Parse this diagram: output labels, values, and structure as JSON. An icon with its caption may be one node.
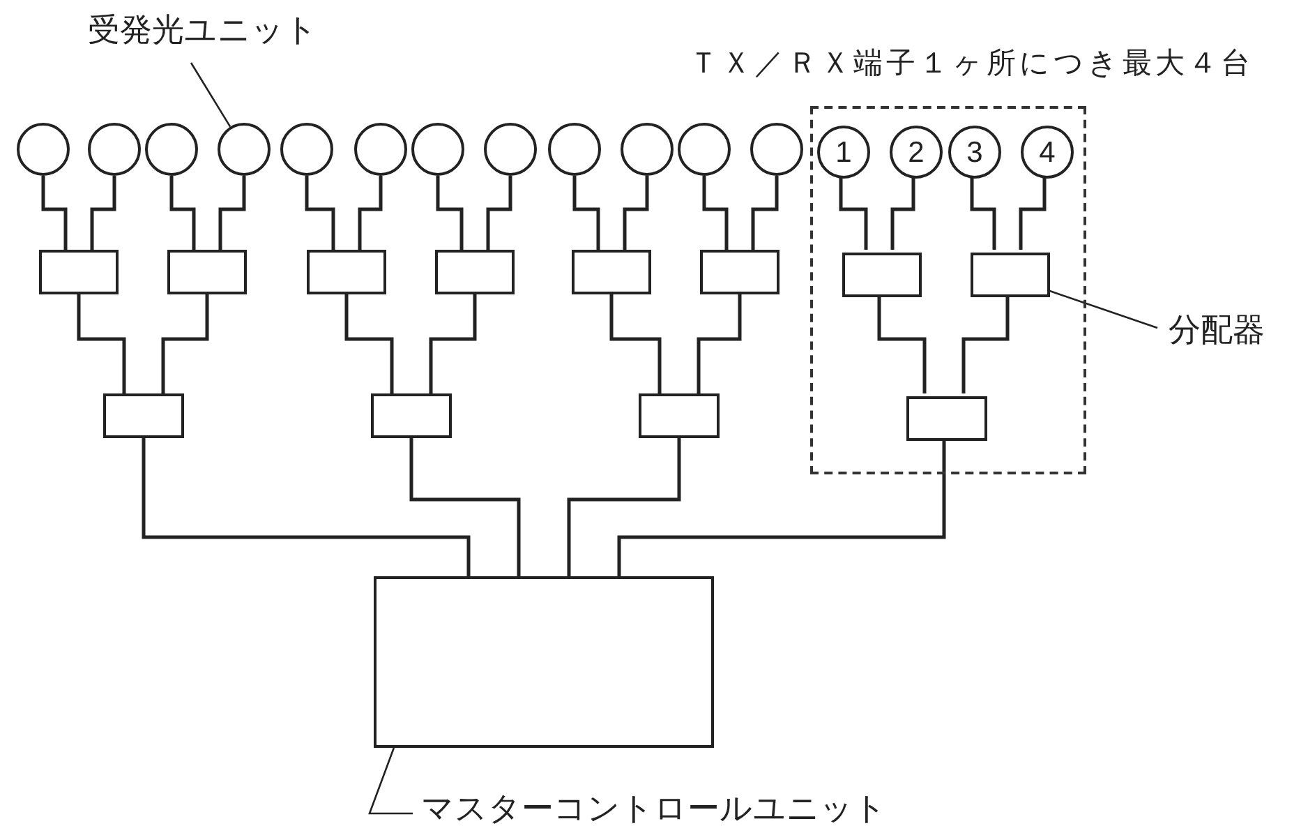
{
  "diagram": {
    "nodes": [
      {
        "text": [
          "受発光ユニット"
        ]
      },
      {
        "text": [
          "ＴＸ／ＲＸ端子１ヶ所につき最大４台"
        ]
      },
      {
        "text": [],
        "shape": "circle"
      },
      {
        "text": [],
        "shape": "circle"
      },
      {
        "text": [],
        "shape": "circle"
      },
      {
        "text": [],
        "shape": "circle"
      },
      {
        "text": [],
        "shape": "circle"
      },
      {
        "text": [],
        "shape": "circle"
      },
      {
        "text": [],
        "shape": "circle"
      },
      {
        "text": [],
        "shape": "circle"
      },
      {
        "text": [],
        "shape": "circle"
      },
      {
        "text": [],
        "shape": "circle"
      },
      {
        "text": [],
        "shape": "circle"
      },
      {
        "text": [],
        "shape": "circle"
      },
      {
        "text": [
          "1"
        ],
        "in": 1
      },
      {
        "text": [
          "2"
        ],
        "in": 1
      },
      {
        "text": [
          "3"
        ],
        "in": 1
      },
      {
        "text": [
          "4"
        ],
        "in": 1
      },
      {
        "text": [],
        "shape": "box"
      },
      {
        "text": [],
        "shape": "box"
      },
      {
        "text": [],
        "shape": "box"
      },
      {
        "text": [],
        "shape": "box"
      },
      {
        "text": [],
        "shape": "box"
      },
      {
        "text": [],
        "shape": "box"
      },
      {
        "text": [],
        "shape": "box",
        "in": 1
      },
      {
        "text": [],
        "shape": "box",
        "in": 1
      },
      {
        "text": [],
        "shape": "box"
      },
      {
        "text": [],
        "shape": "box"
      },
      {
        "text": [],
        "shape": "box"
      },
      {
        "text": [],
        "shape": "box",
        "in": 1
      },
      {
        "text": [
          "分配器"
        ]
      },
      {
        "text": [],
        "shape": "box"
      },
      {
        "text": [
          "マスターコントロールユニット"
        ]
      }
    ],
    "edges": [
      {
        "from": 2,
        "to": 18,
        "arrow": "none"
      },
      {
        "from": 3,
        "to": 18,
        "arrow": "none"
      },
      {
        "from": 4,
        "to": 19,
        "arrow": "none"
      },
      {
        "from": 5,
        "to": 19,
        "arrow": "none"
      },
      {
        "from": 6,
        "to": 20,
        "arrow": "none"
      },
      {
        "from": 7,
        "to": 20,
        "arrow": "none"
      },
      {
        "from": 8,
        "to": 21,
        "arrow": "none"
      },
      {
        "from": 9,
        "to": 21,
        "arrow": "none"
      },
      {
        "from": 10,
        "to": 22,
        "arrow": "none"
      },
      {
        "from": 11,
        "to": 22,
        "arrow": "none"
      },
      {
        "from": 12,
        "to": 23,
        "arrow": "none"
      },
      {
        "from": 13,
        "to": 23,
        "arrow": "none"
      },
      {
        "from": 14,
        "to": 24,
        "arrow": "none"
      },
      {
        "from": 15,
        "to": 24,
        "arrow": "none"
      },
      {
        "from": 16,
        "to": 25,
        "arrow": "none"
      },
      {
        "from": 17,
        "to": 25,
        "arrow": "none"
      },
      {
        "from": 18,
        "to": 26,
        "arrow": "none"
      },
      {
        "from": 19,
        "to": 26,
        "arrow": "none"
      },
      {
        "from": 20,
        "to": 27,
        "arrow": "none"
      },
      {
        "from": 21,
        "to": 27,
        "arrow": "none"
      },
      {
        "from": 22,
        "to": 28,
        "arrow": "none"
      },
      {
        "from": 23,
        "to": 28,
        "arrow": "none"
      },
      {
        "from": 24,
        "to": 29,
        "arrow": "none"
      },
      {
        "from": 25,
        "to": 29,
        "arrow": "none"
      },
      {
        "from": 26,
        "to": 31,
        "arrow": "none"
      },
      {
        "from": 27,
        "to": 31,
        "arrow": "none"
      },
      {
        "from": 28,
        "to": 31,
        "arrow": "none"
      },
      {
        "from": 29,
        "to": 31,
        "arrow": "none"
      },
      {
        "from": 0,
        "to": 5,
        "arrow": "none"
      },
      {
        "from": 30,
        "to": 25,
        "arrow": "none"
      },
      {
        "from": 32,
        "to": 31,
        "arrow": "none"
      }
    ]
  }
}
